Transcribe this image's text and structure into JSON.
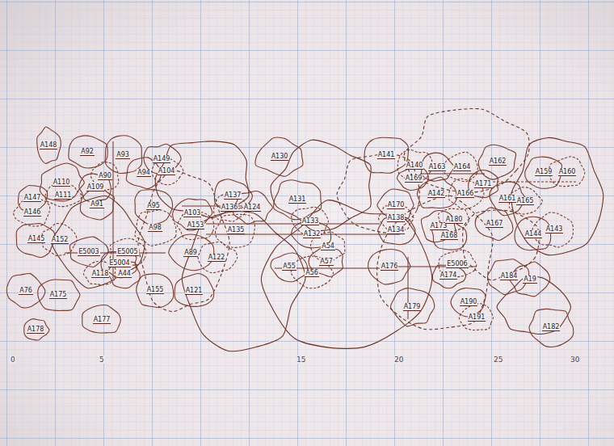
{
  "diagram": {
    "nodes": [
      {
        "text": [
          "A148"
        ]
      },
      {
        "text": [
          "A92"
        ]
      },
      {
        "text": [
          "A93"
        ]
      },
      {
        "text": [
          "A110"
        ]
      },
      {
        "text": [
          "A111"
        ]
      },
      {
        "text": [
          "A90"
        ]
      },
      {
        "text": [
          "A109"
        ]
      },
      {
        "text": [
          "A94"
        ]
      },
      {
        "text": [
          "A149"
        ]
      },
      {
        "text": [
          "A104"
        ]
      },
      {
        "text": [
          "A91"
        ]
      },
      {
        "text": [
          "A147"
        ]
      },
      {
        "text": [
          "A146"
        ]
      },
      {
        "text": [
          "A145"
        ]
      },
      {
        "text": [
          "A152"
        ]
      },
      {
        "text": [
          "E5003"
        ]
      },
      {
        "text": [
          "E5005"
        ]
      },
      {
        "text": [
          "E5004"
        ]
      },
      {
        "text": [
          "A118"
        ]
      },
      {
        "text": [
          "A44"
        ]
      },
      {
        "text": [
          "A76"
        ]
      },
      {
        "text": [
          "A175"
        ]
      },
      {
        "text": [
          "A178"
        ]
      },
      {
        "text": [
          "A177"
        ]
      },
      {
        "text": [
          "A95"
        ]
      },
      {
        "text": [
          "A98"
        ]
      },
      {
        "text": [
          "A103"
        ]
      },
      {
        "text": [
          "A153"
        ]
      },
      {
        "text": [
          "A89"
        ]
      },
      {
        "text": [
          "A122"
        ]
      },
      {
        "text": [
          "A155"
        ]
      },
      {
        "text": [
          "A121"
        ]
      },
      {
        "text": [
          "A137"
        ]
      },
      {
        "text": [
          "A136"
        ]
      },
      {
        "text": [
          "A124"
        ]
      },
      {
        "text": [
          "A135"
        ]
      },
      {
        "text": [
          "A130"
        ]
      },
      {
        "text": [
          "A131"
        ]
      },
      {
        "text": [
          "A133"
        ]
      },
      {
        "text": [
          "A132"
        ]
      },
      {
        "text": [
          "A55"
        ]
      },
      {
        "text": [
          "A56"
        ]
      },
      {
        "text": [
          "A57"
        ]
      },
      {
        "text": [
          "A54"
        ]
      },
      {
        "text": [
          "A141"
        ]
      },
      {
        "text": [
          "A140"
        ]
      },
      {
        "text": [
          "A163"
        ]
      },
      {
        "text": [
          "A164"
        ]
      },
      {
        "text": [
          "A169"
        ]
      },
      {
        "text": [
          "A170"
        ]
      },
      {
        "text": [
          "A138"
        ]
      },
      {
        "text": [
          "A134"
        ]
      },
      {
        "text": [
          "A142"
        ]
      },
      {
        "text": [
          "A166"
        ]
      },
      {
        "text": [
          "A171"
        ]
      },
      {
        "text": [
          "A162"
        ]
      },
      {
        "text": [
          "A159"
        ]
      },
      {
        "text": [
          "A160"
        ]
      },
      {
        "text": [
          "A161"
        ]
      },
      {
        "text": [
          "A165"
        ]
      },
      {
        "text": [
          "A173"
        ]
      },
      {
        "text": [
          "A180"
        ]
      },
      {
        "text": [
          "A168"
        ]
      },
      {
        "text": [
          "A167"
        ]
      },
      {
        "text": [
          "A176"
        ]
      },
      {
        "text": [
          "E5006"
        ]
      },
      {
        "text": [
          "A174"
        ]
      },
      {
        "text": [
          "A144"
        ]
      },
      {
        "text": [
          "A143"
        ]
      },
      {
        "text": [
          "A184"
        ]
      },
      {
        "text": [
          "A19"
        ]
      },
      {
        "text": [
          "A179"
        ]
      },
      {
        "text": [
          "A190"
        ]
      },
      {
        "text": [
          "A191"
        ]
      },
      {
        "text": [
          "A182"
        ]
      }
    ],
    "labels": [
      "0",
      "5",
      "15",
      "20",
      "25",
      "30"
    ]
  }
}
